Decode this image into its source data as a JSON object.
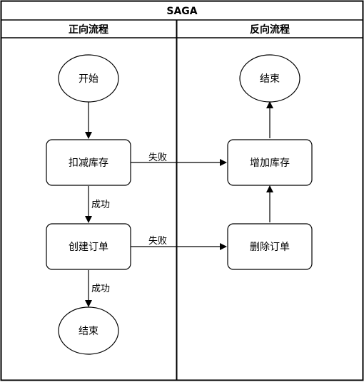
{
  "diagram": {
    "title": "SAGA",
    "lanes": {
      "forward": "正向流程",
      "reverse": "反向流程"
    },
    "nodes": {
      "start": "开始",
      "deduct_stock": "扣减库存",
      "create_order": "创建订单",
      "forward_end": "结束",
      "reverse_end": "结束",
      "add_stock": "增加库存",
      "delete_order": "删除订单"
    },
    "edges": {
      "deduct_success": "成功",
      "create_success": "成功",
      "deduct_fail": "失败",
      "create_fail": "失败"
    }
  }
}
